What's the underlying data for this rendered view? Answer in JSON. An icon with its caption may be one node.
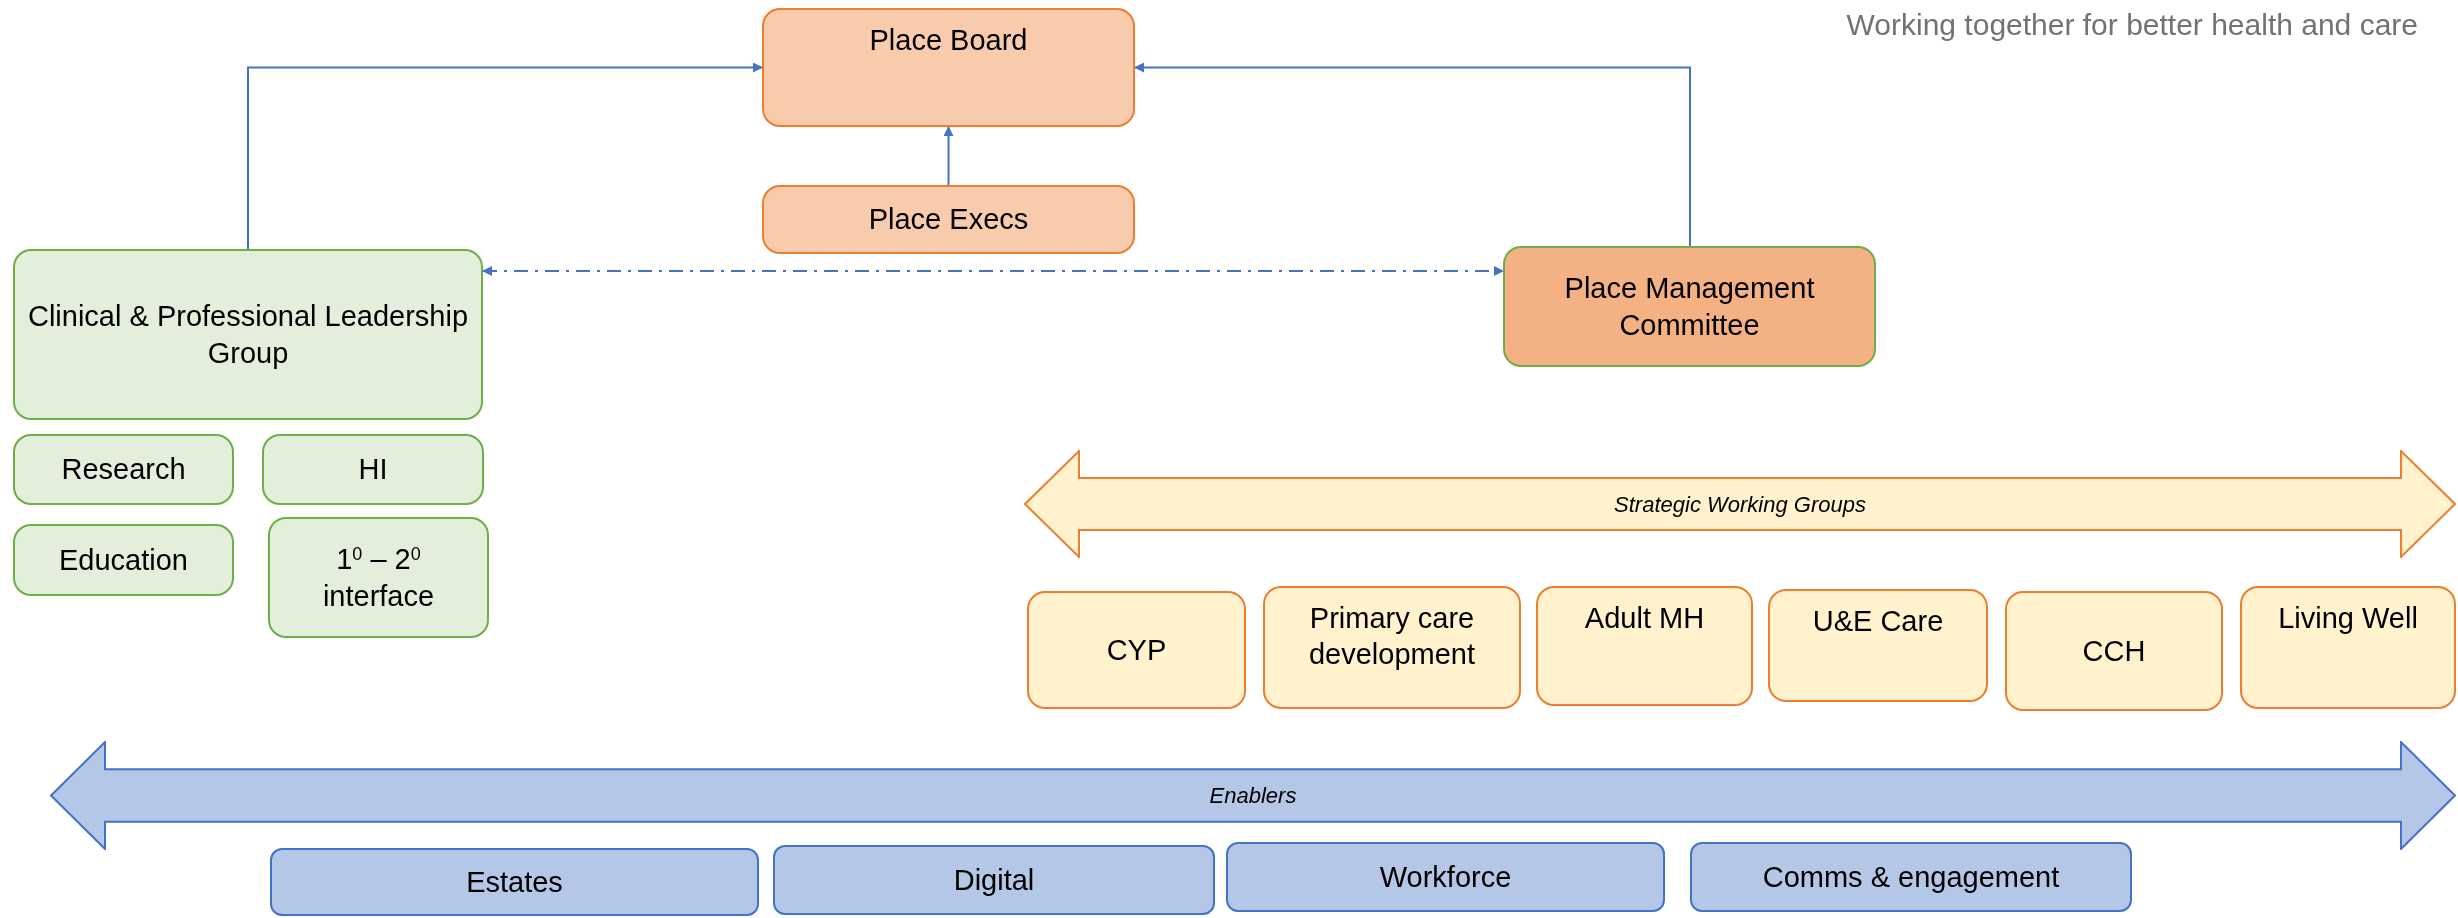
{
  "diagram": {
    "nodes": [
      {
        "text": [
          "Place Board"
        ]
      },
      {
        "text": [
          "Place Execs"
        ]
      },
      {
        "text": [
          "Clinical & Professional Leadership Group"
        ]
      },
      {
        "text": [
          "Place Management Committee"
        ]
      },
      {
        "text": [
          "Research"
        ]
      },
      {
        "text": [
          "HI"
        ]
      },
      {
        "text": [
          "Education"
        ]
      },
      {
        "text": [
          "1$^{0}$ – 2$^{0}$ interface"
        ]
      },
      {
        "text": [
          "Strategic Working Groups"
        ]
      },
      {
        "text": [
          "CYP"
        ]
      },
      {
        "text": [
          "Primary care development"
        ]
      },
      {
        "text": [
          "Adult MH"
        ]
      },
      {
        "text": [
          "U&E Care"
        ]
      },
      {
        "text": [
          "CCH"
        ]
      },
      {
        "text": [
          "Living Well"
        ]
      },
      {
        "text": [
          "Enablers"
        ]
      },
      {
        "text": [
          "Estates"
        ]
      },
      {
        "text": [
          "Digital"
        ]
      },
      {
        "text": [
          "Workforce"
        ]
      },
      {
        "text": [
          "Comms & engagement"
        ]
      }
    ],
    "edges": [
      {
        "from": 2,
        "to": 0,
        "arrow": "to"
      },
      {
        "from": 1,
        "to": 0,
        "arrow": "to"
      },
      {
        "from": 3,
        "to": 0,
        "arrow": "to"
      },
      {
        "from": 2,
        "to": 3,
        "arrow": "both",
        "style": "dashed"
      }
    ],
    "labels": [
      "Working together for better health and care"
    ]
  }
}
